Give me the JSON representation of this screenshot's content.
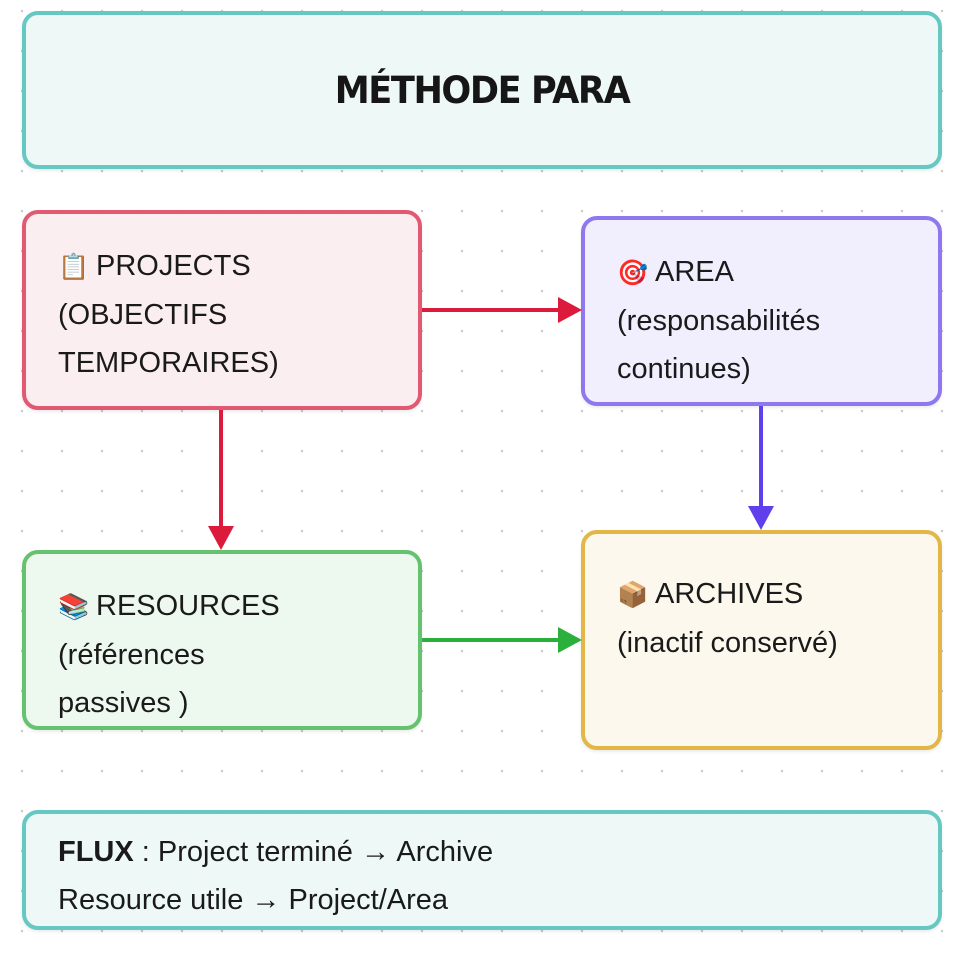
{
  "title": "MÉTHODE PARA",
  "nodes": {
    "projects": {
      "icon": "clipboard-icon",
      "emoji": "📋",
      "lines": [
        "PROJECTS",
        "(OBJECTIFS",
        "TEMPORAIRES)"
      ],
      "color": "#e25a72",
      "fill": "#fbeef1"
    },
    "area": {
      "icon": "target-icon",
      "emoji": "🎯",
      "lines": [
        "AREA",
        "(responsabilités",
        "continues)"
      ],
      "color": "#8f78ef",
      "fill": "#f1effd"
    },
    "resources": {
      "icon": "books-icon",
      "emoji": "📚",
      "lines": [
        "RESOURCES",
        "(références",
        "passives )"
      ],
      "color": "#67c26f",
      "fill": "#edf8ef"
    },
    "archives": {
      "icon": "package-icon",
      "emoji": "📦",
      "lines": [
        "ARCHIVES",
        "(inactif conservé)"
      ],
      "color": "#e2b748",
      "fill": "#fcf8ee"
    }
  },
  "edges": [
    {
      "from": "projects",
      "to": "area",
      "color": "#dc1a3c"
    },
    {
      "from": "projects",
      "to": "resources",
      "color": "#dc1a3c"
    },
    {
      "from": "area",
      "to": "archives",
      "color": "#6040ec"
    },
    {
      "from": "resources",
      "to": "archives",
      "color": "#2bb03c"
    }
  ],
  "flux": {
    "label": "FLUX",
    "separator": " : ",
    "line1": "Project terminé → Archive",
    "line2": "Resource utile → Project/Area"
  },
  "colors": {
    "header_border": "#66c8c3",
    "header_fill": "#eef9f7"
  }
}
